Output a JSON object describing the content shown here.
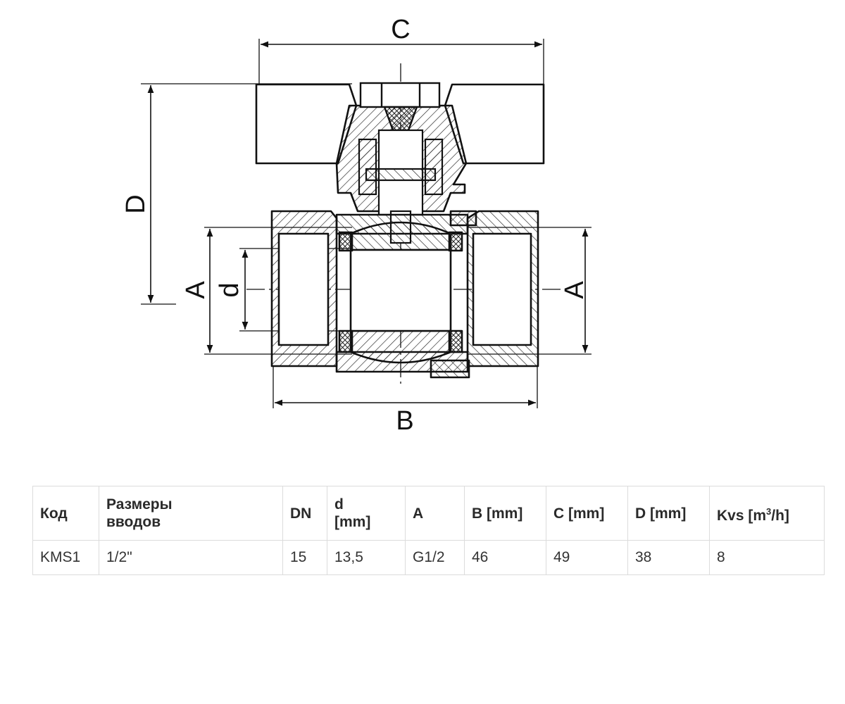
{
  "drawing": {
    "labels": {
      "C": "C",
      "D": "D",
      "A_left": "A",
      "d": "d",
      "A_right": "A",
      "B": "B"
    }
  },
  "table": {
    "headers": [
      {
        "line1": "Код"
      },
      {
        "line1": "Размеры",
        "line2": "вводов"
      },
      {
        "line1": "DN"
      },
      {
        "line1": "d",
        "line2": "[mm]"
      },
      {
        "line1": "A"
      },
      {
        "line1": "B [mm]"
      },
      {
        "line1": "C [mm]"
      },
      {
        "line1": "D [mm]"
      },
      {
        "line1": "Kvs [m",
        "sup": "3",
        "tail": "/h]"
      }
    ],
    "rows": [
      [
        "KMS1",
        "1/2\"",
        "15",
        "13,5",
        "G1/2",
        "46",
        "49",
        "38",
        "8"
      ]
    ]
  }
}
